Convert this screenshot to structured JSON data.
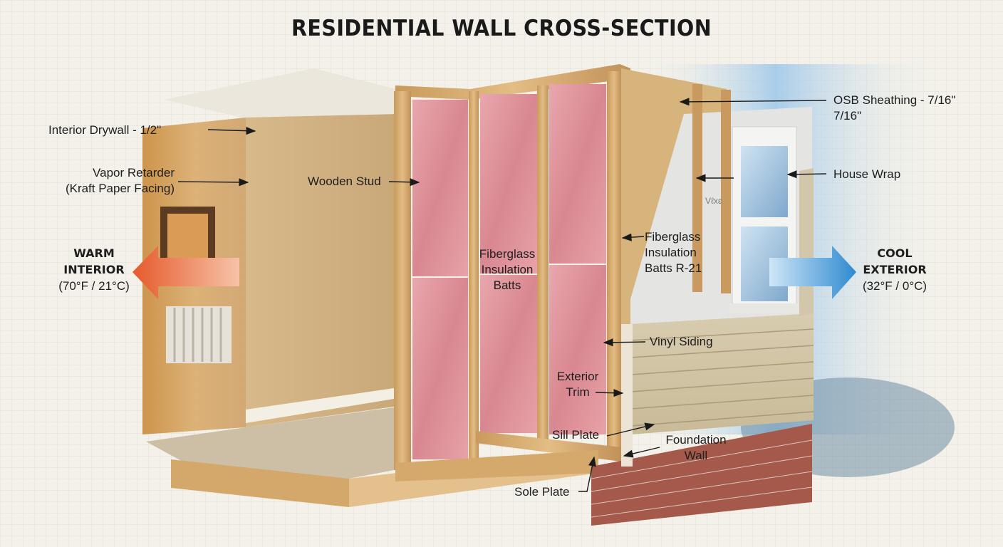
{
  "title": "RESIDENTIAL WALL CROSS-SECTION",
  "labels": {
    "interior_drywall": "Interior Drywall - 1/2\"",
    "vapor_retarder_1": "Vapor Retarder",
    "vapor_retarder_2": "(Kraft Paper Facing)",
    "wooden_stud": "Wooden Stud",
    "insulation_batts_1": "Fiberglass",
    "insulation_batts_2": "Insulation",
    "insulation_batts_3": "Batts",
    "insulation_r21_1": "Fiberglass",
    "insulation_r21_2": "Insulation",
    "insulation_r21_3": "Batts R-21",
    "osb_1": "OSB Sheathing - 7/16\"",
    "osb_2": "7/16\"",
    "house_wrap": "House Wrap",
    "vinyl_siding": "Vinyl Siding",
    "exterior_trim_1": "Exterior",
    "exterior_trim_2": "Trim",
    "sill_plate": "Sill Plate",
    "foundation_wall_1": "Foundation",
    "foundation_wall_2": "Wall",
    "sole_plate": "Sole Plate"
  },
  "warm": {
    "line1": "WARM",
    "line2": "INTERIOR",
    "temp": "(70°F / 21°C)",
    "color": "#e8673a"
  },
  "cool": {
    "line1": "COOL",
    "line2": "EXTERIOR",
    "temp": "(32°F / 0°C)",
    "color": "#3f97d4"
  },
  "wrap_print": "Vℓxɛ"
}
